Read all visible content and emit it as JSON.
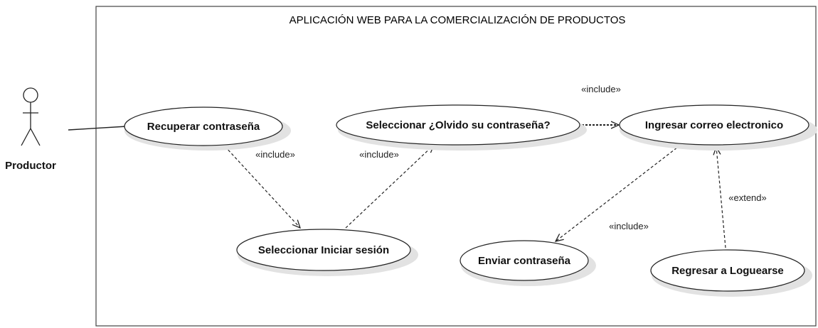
{
  "system": {
    "title": "APLICACIÓN WEB PARA LA COMERCIALIZACIÓN DE PRODUCTOS"
  },
  "actor": {
    "label": "Productor"
  },
  "use_cases": {
    "recuperar": "Recuperar contraseña",
    "seleccionar_olvido": "Seleccionar ¿Olvido su contraseña?",
    "ingresar_correo": "Ingresar correo electronico",
    "seleccionar_iniciar": "Seleccionar Iniciar sesión",
    "enviar": "Enviar contraseña",
    "regresar": "Regresar a Loguearse"
  },
  "relations": {
    "include_recuperar_iniciar": "«include»",
    "include_iniciar_olvido": "«include»",
    "include_olvido_ingresar": "«include»",
    "include_ingresar_enviar": "«include»",
    "extend_regresar_ingresar": "«extend»"
  },
  "colors": {
    "line": "#222222",
    "ellipse_fill": "#ffffff",
    "shadow": "#e2e2e2"
  }
}
